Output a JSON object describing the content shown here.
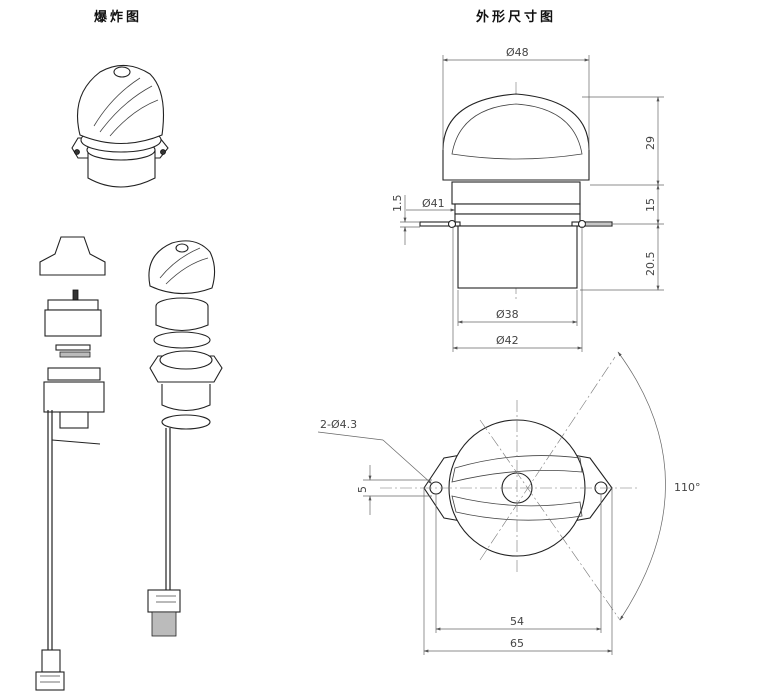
{
  "titles": {
    "left": "爆炸图",
    "right": "外形尺寸图"
  },
  "dimensions": {
    "dia48": "Ø48",
    "dia41": "Ø41",
    "dia38": "Ø38",
    "dia42": "Ø42",
    "h29": "29",
    "h15": "15",
    "h20_5": "20.5",
    "h1_5": "1.5",
    "holes": "2-Ø4.3",
    "w5": "5",
    "w54": "54",
    "w65": "65",
    "angle": "110°"
  }
}
